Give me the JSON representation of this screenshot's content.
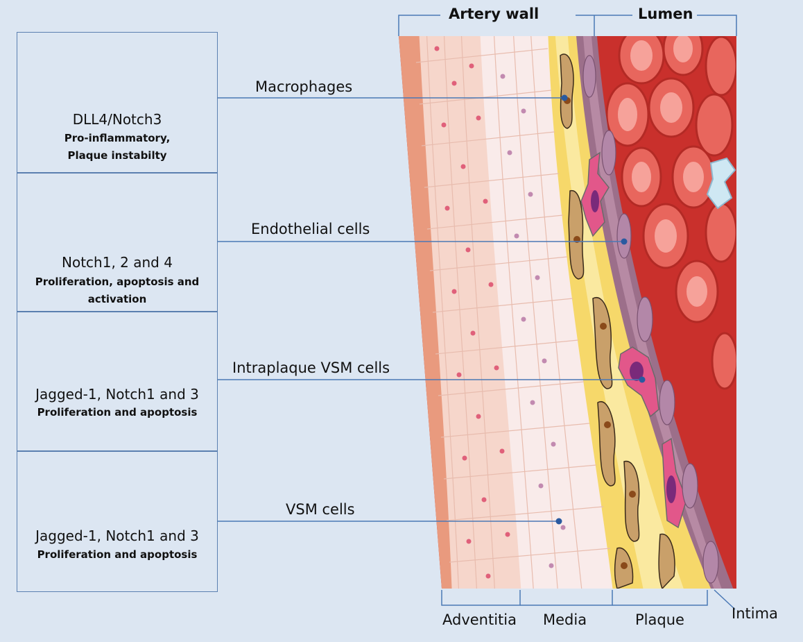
{
  "headers": {
    "artery_wall": "Artery wall",
    "lumen": "Lumen"
  },
  "cells": [
    {
      "type": "Macrophages",
      "signal": "DLL4/Notch3",
      "effect_line1": "Pro-inflammatory,",
      "effect_line2": "Plaque instabilty"
    },
    {
      "type": "Endothelial cells",
      "signal": "Notch1, 2 and 4",
      "effect_line1": "Proliferation, apoptosis and",
      "effect_line2": "activation"
    },
    {
      "type": "Intraplaque VSM cells",
      "signal": "Jagged-1, Notch1 and 3",
      "effect_line1": "Proliferation and apoptosis"
    },
    {
      "type": "VSM cells",
      "signal": "Jagged-1, Notch1 and 3",
      "effect_line1": "Proliferation and apoptosis"
    }
  ],
  "layers": {
    "adventitia": "Adventitia",
    "media": "Media",
    "plaque": "Plaque",
    "intima": "Intima"
  },
  "colors": {
    "background": "#dce6f2",
    "line": "#4a78b5",
    "box_border": "#5a7fb0",
    "adventitia": "#f3c6b2",
    "media": "#f7e4e4",
    "plaque": "#f6d86a",
    "intima": "#9c6f8a",
    "lumen": "#d9433c",
    "rbc": "#e2635a"
  }
}
